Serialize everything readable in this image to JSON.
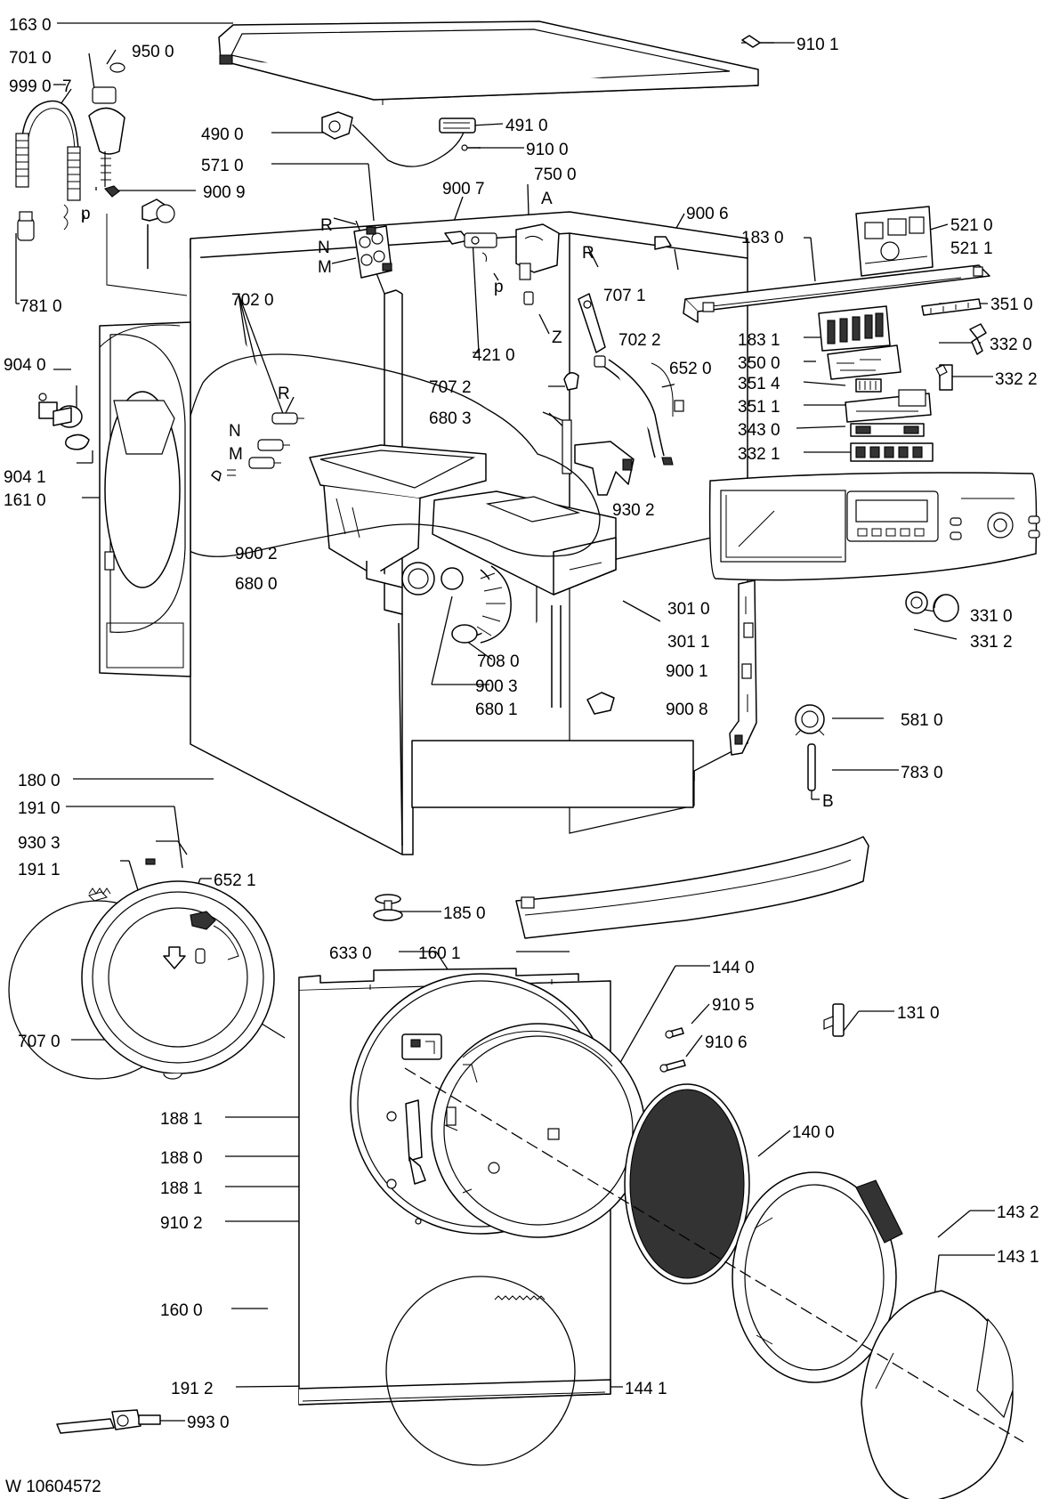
{
  "drawing_id": "W 10604572",
  "callouts": [
    {
      "id": "163-0",
      "text": "163 0"
    },
    {
      "id": "910-1",
      "text": "910 1"
    },
    {
      "id": "701-0",
      "text": "701 0"
    },
    {
      "id": "950-0",
      "text": "950 0"
    },
    {
      "id": "999-0",
      "text": "999 0"
    },
    {
      "id": "7",
      "text": "7"
    },
    {
      "id": "490-0",
      "text": "490 0"
    },
    {
      "id": "491-0",
      "text": "491 0"
    },
    {
      "id": "910-0",
      "text": "910 0"
    },
    {
      "id": "571-0",
      "text": "571 0"
    },
    {
      "id": "900-9",
      "text": "900 9"
    },
    {
      "id": "p-1",
      "text": "p"
    },
    {
      "id": "900-7",
      "text": "900 7"
    },
    {
      "id": "750-0",
      "text": "750 0"
    },
    {
      "id": "a",
      "text": "A"
    },
    {
      "id": "900-6",
      "text": "900 6"
    },
    {
      "id": "521-0",
      "text": "521 0"
    },
    {
      "id": "521-1",
      "text": "521 1"
    },
    {
      "id": "183-0",
      "text": "183 0"
    },
    {
      "id": "r-1",
      "text": "R"
    },
    {
      "id": "n-1",
      "text": "N"
    },
    {
      "id": "m-1",
      "text": "M"
    },
    {
      "id": "r-2",
      "text": "R"
    },
    {
      "id": "p-2",
      "text": "p"
    },
    {
      "id": "707-1",
      "text": "707 1"
    },
    {
      "id": "351-0",
      "text": "351 0"
    },
    {
      "id": "781-0",
      "text": "781 0"
    },
    {
      "id": "702-0",
      "text": "702 0"
    },
    {
      "id": "z",
      "text": "Z"
    },
    {
      "id": "702-2",
      "text": "702 2"
    },
    {
      "id": "183-1",
      "text": "183 1"
    },
    {
      "id": "332-0",
      "text": "332 0"
    },
    {
      "id": "421-0",
      "text": "421 0"
    },
    {
      "id": "350-0",
      "text": "350 0"
    },
    {
      "id": "652-0",
      "text": "652 0"
    },
    {
      "id": "904-0",
      "text": "904 0"
    },
    {
      "id": "r-3",
      "text": "R"
    },
    {
      "id": "707-2",
      "text": "707 2"
    },
    {
      "id": "351-4",
      "text": "351 4"
    },
    {
      "id": "332-2",
      "text": "332 2"
    },
    {
      "id": "351-1",
      "text": "351 1"
    },
    {
      "id": "680-3",
      "text": "680 3"
    },
    {
      "id": "343-0",
      "text": "343 0"
    },
    {
      "id": "n-2",
      "text": "N"
    },
    {
      "id": "904-1",
      "text": "904 1"
    },
    {
      "id": "m-2",
      "text": "M"
    },
    {
      "id": "332-1",
      "text": "332 1"
    },
    {
      "id": "161-0",
      "text": "161 0"
    },
    {
      "id": "930-2",
      "text": "930 2"
    },
    {
      "id": "900-2",
      "text": "900 2"
    },
    {
      "id": "680-0",
      "text": "680 0"
    },
    {
      "id": "301-0",
      "text": "301 0"
    },
    {
      "id": "331-0",
      "text": "331 0"
    },
    {
      "id": "301-1",
      "text": "301 1"
    },
    {
      "id": "331-2",
      "text": "331 2"
    },
    {
      "id": "708-0",
      "text": "708 0"
    },
    {
      "id": "900-1",
      "text": "900 1"
    },
    {
      "id": "900-3",
      "text": "900 3"
    },
    {
      "id": "680-1",
      "text": "680 1"
    },
    {
      "id": "900-8",
      "text": "900 8"
    },
    {
      "id": "581-0",
      "text": "581 0"
    },
    {
      "id": "783-0",
      "text": "783 0"
    },
    {
      "id": "180-0",
      "text": "180 0"
    },
    {
      "id": "b",
      "text": "B"
    },
    {
      "id": "191-0",
      "text": "191 0"
    },
    {
      "id": "930-3",
      "text": "930 3"
    },
    {
      "id": "191-1",
      "text": "191 1"
    },
    {
      "id": "652-1",
      "text": "652 1"
    },
    {
      "id": "185-0",
      "text": "185 0"
    },
    {
      "id": "633-0",
      "text": "633 0"
    },
    {
      "id": "160-1",
      "text": "160 1"
    },
    {
      "id": "144-0",
      "text": "144 0"
    },
    {
      "id": "910-5",
      "text": "910 5"
    },
    {
      "id": "131-0",
      "text": "131 0"
    },
    {
      "id": "910-6",
      "text": "910 6"
    },
    {
      "id": "707-0",
      "text": "707 0"
    },
    {
      "id": "188-1a",
      "text": "188 1"
    },
    {
      "id": "140-0",
      "text": "140 0"
    },
    {
      "id": "188-0",
      "text": "188 0"
    },
    {
      "id": "188-1b",
      "text": "188 1"
    },
    {
      "id": "143-2",
      "text": "143 2"
    },
    {
      "id": "910-2",
      "text": "910 2"
    },
    {
      "id": "143-1",
      "text": "143 1"
    },
    {
      "id": "160-0",
      "text": "160 0"
    },
    {
      "id": "191-2",
      "text": "191 2"
    },
    {
      "id": "144-1",
      "text": "144 1"
    },
    {
      "id": "993-0",
      "text": "993 0"
    }
  ]
}
